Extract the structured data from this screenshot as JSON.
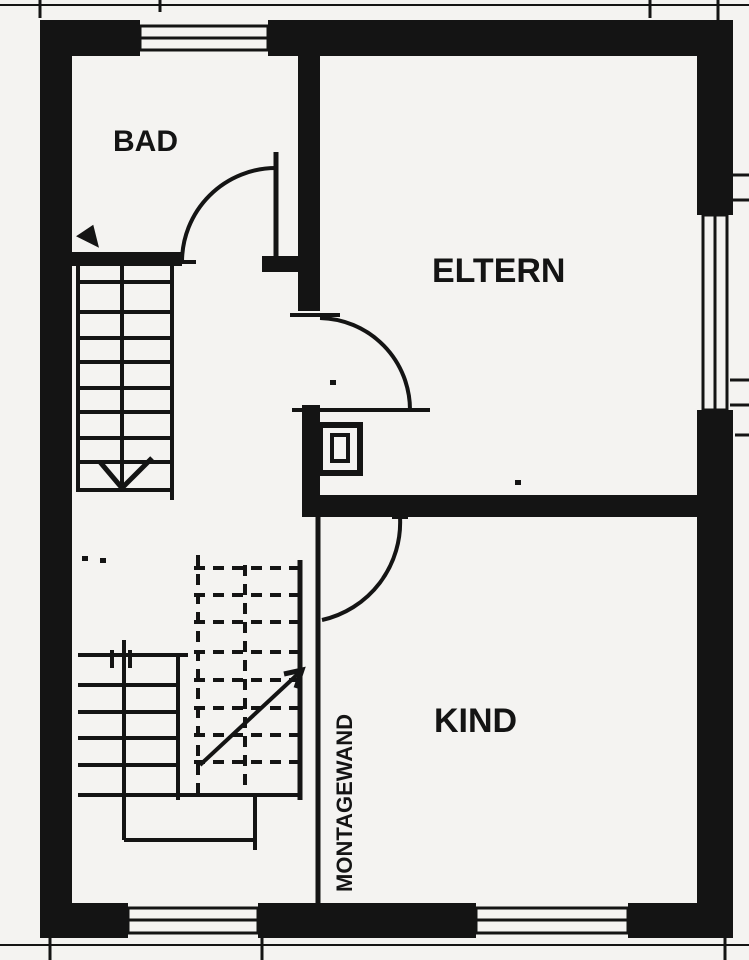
{
  "plan": {
    "rooms": {
      "bad": "BAD",
      "eltern": "ELTERN",
      "kind": "KIND"
    },
    "wall_label": "MONTAGEWAND"
  },
  "colors": {
    "paper": "#f4f3f1",
    "ink": "#141414"
  }
}
